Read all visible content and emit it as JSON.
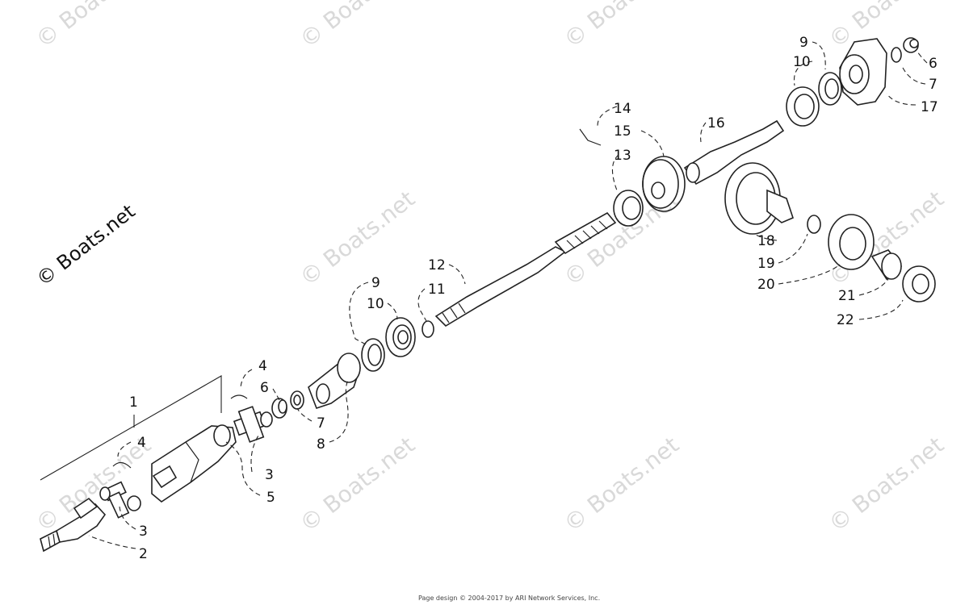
{
  "watermarks": {
    "text": "© Boats.net",
    "logo_text": "© Boats.net"
  },
  "footer": "Page design © 2004-2017 by ARI Network Services, Inc.",
  "callouts": [
    {
      "id": "c1",
      "label": "1"
    },
    {
      "id": "c2",
      "label": "2"
    },
    {
      "id": "c3a",
      "label": "3"
    },
    {
      "id": "c3b",
      "label": "3"
    },
    {
      "id": "c4a",
      "label": "4"
    },
    {
      "id": "c4b",
      "label": "4"
    },
    {
      "id": "c5",
      "label": "5"
    },
    {
      "id": "c6a",
      "label": "6"
    },
    {
      "id": "c6b",
      "label": "6"
    },
    {
      "id": "c7a",
      "label": "7"
    },
    {
      "id": "c7b",
      "label": "7"
    },
    {
      "id": "c8",
      "label": "8"
    },
    {
      "id": "c9a",
      "label": "9"
    },
    {
      "id": "c9b",
      "label": "9"
    },
    {
      "id": "c10a",
      "label": "10"
    },
    {
      "id": "c10b",
      "label": "10"
    },
    {
      "id": "c11",
      "label": "11"
    },
    {
      "id": "c12",
      "label": "12"
    },
    {
      "id": "c13",
      "label": "13"
    },
    {
      "id": "c14",
      "label": "14"
    },
    {
      "id": "c15",
      "label": "15"
    },
    {
      "id": "c16",
      "label": "16"
    },
    {
      "id": "c17",
      "label": "17"
    },
    {
      "id": "c18",
      "label": "18"
    },
    {
      "id": "c19",
      "label": "19"
    },
    {
      "id": "c20",
      "label": "20"
    },
    {
      "id": "c21",
      "label": "21"
    },
    {
      "id": "c22",
      "label": "22"
    }
  ]
}
